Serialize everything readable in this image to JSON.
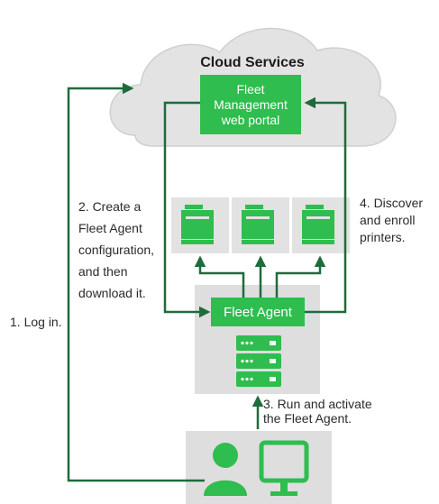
{
  "cloud": {
    "title": "Cloud Services"
  },
  "portal": {
    "label": "Fleet\nManagement\nweb portal"
  },
  "agent": {
    "label": "Fleet Agent"
  },
  "steps": {
    "step1": "1. Log in.",
    "step2": "2. Create a\nFleet Agent\nconfiguration,\nand then\ndownload it.",
    "step3": "3. Run and activate\nthe Fleet Agent.",
    "step4": "4. Discover\nand enroll\nprinters."
  },
  "colors": {
    "green": "#2ebd4e",
    "dark_green": "#1e6b3c",
    "cloud_fill": "#e3e3e3",
    "panel_fill": "#dedede"
  },
  "icons": {
    "printer": "printer-icon",
    "server": "server-rack-icon",
    "user": "user-icon",
    "monitor": "monitor-icon"
  }
}
